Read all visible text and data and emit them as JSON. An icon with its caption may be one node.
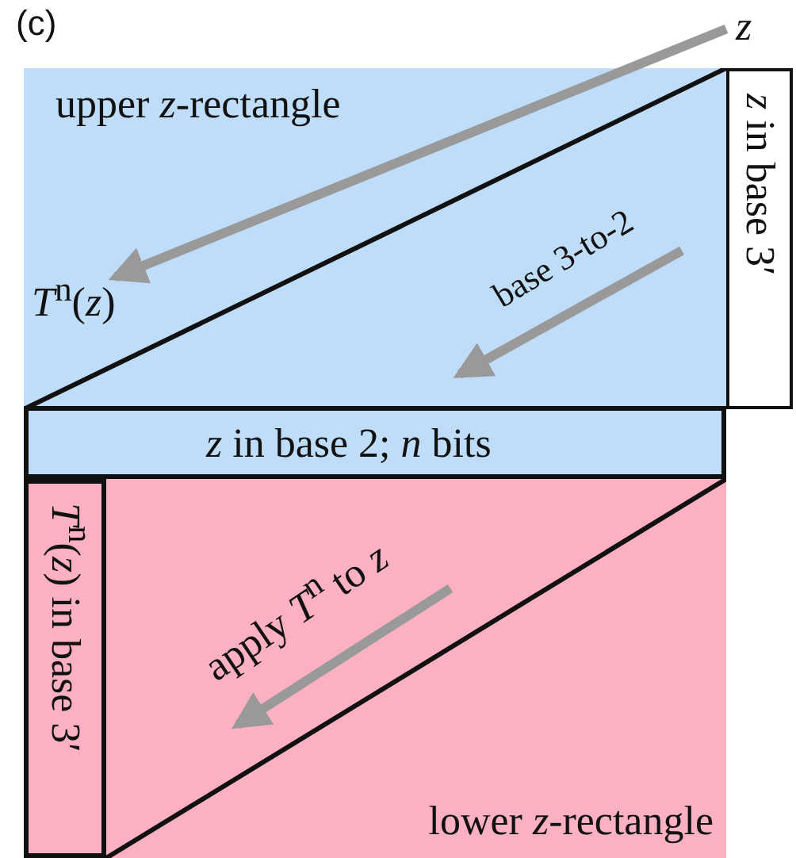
{
  "diagram": {
    "nodes": [
      {
        "text": [
          "upper *z*-rectangle"
        ]
      },
      {
        "text": [
          "*z* in base 3′"
        ]
      },
      {
        "text": [
          "*z* in base 2; *n* bits"
        ]
      },
      {
        "text": [
          "lower *z*-rectangle"
        ]
      },
      {
        "text": [
          "*T*$^{n}$(*z*) in base 3′"
        ],
        "in": 3
      },
      {
        "text": [
          "*z*"
        ]
      },
      {
        "text": [
          "*T*$^{n}$(*z*)"
        ],
        "in": 0
      }
    ],
    "edges": [
      {
        "from": 5,
        "to": 6,
        "arrow": "to"
      }
    ],
    "labels": [
      "(c)",
      "base 3-to-2",
      "apply *T*$^{n}$ to *z*"
    ]
  }
}
